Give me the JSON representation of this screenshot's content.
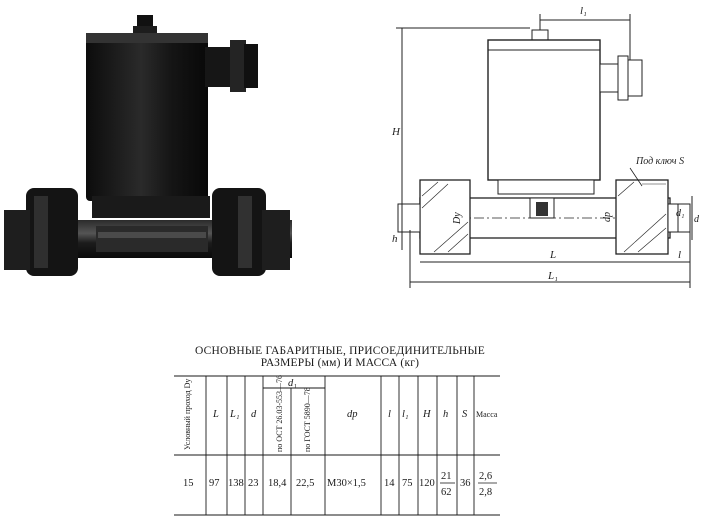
{
  "drawing_labels": {
    "l1_top": "l₁",
    "H": "H",
    "h": "h",
    "L": "L",
    "L1": "L₁",
    "l_right": "l",
    "Du": "Dу",
    "dp": "dр",
    "d1": "d₁",
    "d": "d",
    "wrench": "Под ключ S"
  },
  "table": {
    "title_line1": "ОСНОВНЫЕ ГАБАРИТНЫЕ, ПРИСОЕДИНИТЕЛЬНЫЕ",
    "title_line2": "РАЗМЕРЫ (мм) И МАССА (кг)",
    "headers": {
      "dn": "Условный проход Dу",
      "L": "L",
      "L1": "L₁",
      "d": "d",
      "d1_group": "d₁",
      "d1_ost": "по ОСТ 26.03-553—76",
      "d1_gost": "по ГОСТ 5890—78",
      "dp": "dр",
      "l": "l",
      "l1": "l₁",
      "H": "H",
      "h": "h",
      "S": "S",
      "mass": "Масса"
    },
    "row": {
      "dn": "15",
      "L": "97",
      "L1": "138",
      "d": "23",
      "d1_ost": "18,4",
      "d1_gost": "22,5",
      "dp": "М30×1,5",
      "l": "14",
      "l1": "75",
      "H": "120",
      "h_top": "21",
      "h_bottom": "62",
      "S": "36",
      "mass_top": "2,6",
      "mass_bottom": "2,8"
    }
  }
}
